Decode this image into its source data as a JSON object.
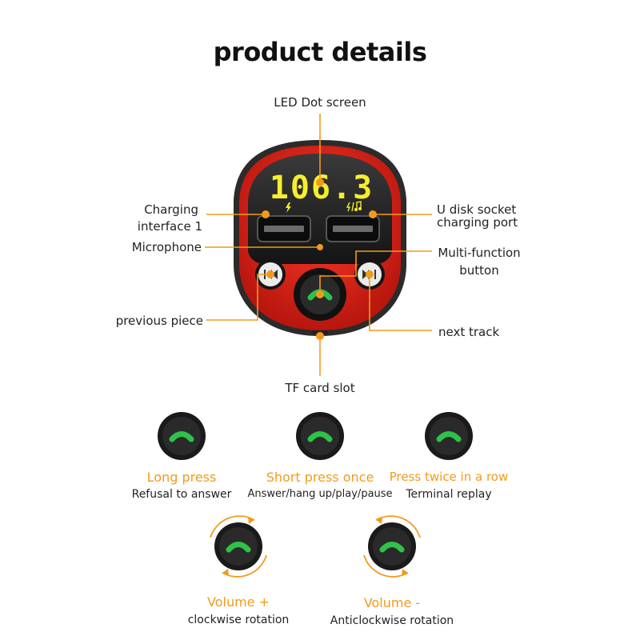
{
  "title": "product details",
  "display": {
    "frequency": "106.3"
  },
  "labels": {
    "led_screen": "LED Dot screen",
    "charging_1_line1": "Charging",
    "charging_1_line2": "interface 1",
    "u_disk_line1": "U disk socket",
    "u_disk_line2": "charging port",
    "microphone": "Microphone",
    "multi_line1": "Multi-function",
    "multi_line2": "button",
    "previous": "previous piece",
    "next": "next track",
    "tf_slot": "TF card slot"
  },
  "actions": [
    {
      "title": "Long press",
      "desc": "Refusal to answer"
    },
    {
      "title": "Short press once",
      "desc": "Answer/hang up/play/pause"
    },
    {
      "title": "Press twice in a row",
      "desc": "Terminal replay"
    },
    {
      "title": "Volume +",
      "desc": "clockwise rotation"
    },
    {
      "title": "Volume -",
      "desc": "Anticlockwise rotation"
    }
  ],
  "colors": {
    "accent": "#f39a1a",
    "device_red": "#e0251b",
    "led": "#f5ee2e",
    "phone_green": "#2ec24a",
    "dark": "#1b1b1b"
  },
  "icons": [
    "phone-icon",
    "previous-track-icon",
    "next-track-icon",
    "lightning-icon",
    "rotate-clockwise-icon",
    "rotate-anticlockwise-icon"
  ]
}
